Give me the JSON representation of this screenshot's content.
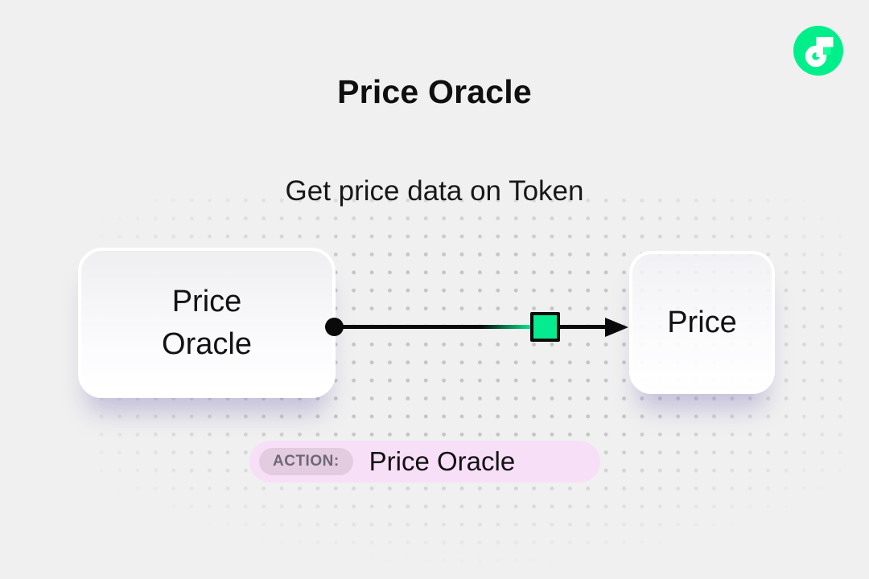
{
  "header": {
    "title": "Price Oracle",
    "subtitle": "Get price data on Token"
  },
  "logo": {
    "name": "flow-logo",
    "brand_color": "#00EF8B"
  },
  "diagram": {
    "source_node": {
      "label": "Price Oracle"
    },
    "target_node": {
      "label": "Price"
    },
    "connector": {
      "line_color": "#0A0A0A",
      "marker_color": "#06EB8E"
    }
  },
  "action": {
    "label": "ACTION:",
    "value": "Price Oracle",
    "background": "#F8DFF8"
  },
  "colors": {
    "page_background": "#F0F0F0",
    "dot_grid": "#C5C5C9",
    "node_shadow": "rgba(124,116,182,0.38)"
  }
}
